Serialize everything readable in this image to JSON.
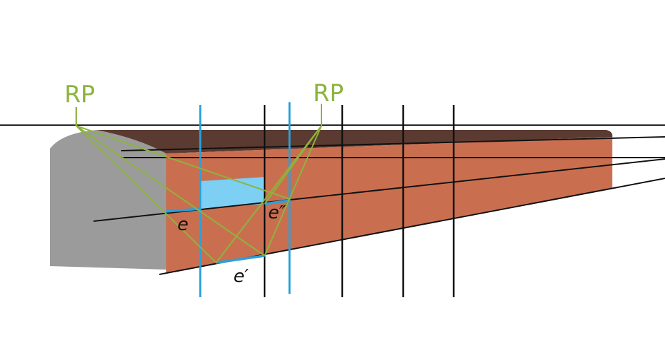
{
  "labels": {
    "rp_left": "RP",
    "rp_right": "RP",
    "e": "e",
    "e_prime": "e′",
    "e_double_prime": "e″"
  },
  "colors": {
    "horizon_line": "#222222",
    "box_side": "#c96f50",
    "box_top": "#5b3b31",
    "box_front": "#9b9b9b",
    "window": "#7dcff4",
    "blue_lines": "#2aa0dc",
    "green_lines": "#8cb43c",
    "black_lines": "#111111"
  }
}
